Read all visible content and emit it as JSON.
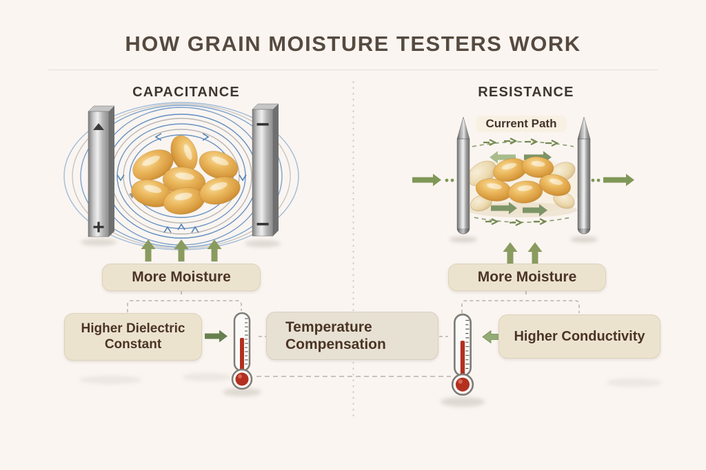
{
  "title": "HOW GRAIN MOISTURE TESTERS WORK",
  "capacitance": {
    "header": "CAPACITANCE",
    "plate_positive_symbol": "+",
    "plate_negative_symbol": "−",
    "more_moisture_label": "More Moisture",
    "effect_line1": "Higher Dielectric",
    "effect_line2": "Constant"
  },
  "resistance": {
    "header": "RESISTANCE",
    "current_path_label": "Current Path",
    "more_moisture_label": "More Moisture",
    "effect_label": "Higher Conductivity"
  },
  "temperature_compensation": {
    "line1": "Temperature",
    "line2": "Compensation"
  },
  "colors": {
    "background": "#faf5f1",
    "box_fill": "#ece3cf",
    "box_text": "#4a3426",
    "header_text": "#3f372f",
    "accent_green": "#7f9757",
    "field_line_blue": "#5d8cc0",
    "grain_gold": "#d89a3e",
    "grain_pale": "#ecd9ae",
    "mercury_red": "#b3301f",
    "metal_gray": "#a9a9a9",
    "dash_gray": "#b9b1a7"
  }
}
